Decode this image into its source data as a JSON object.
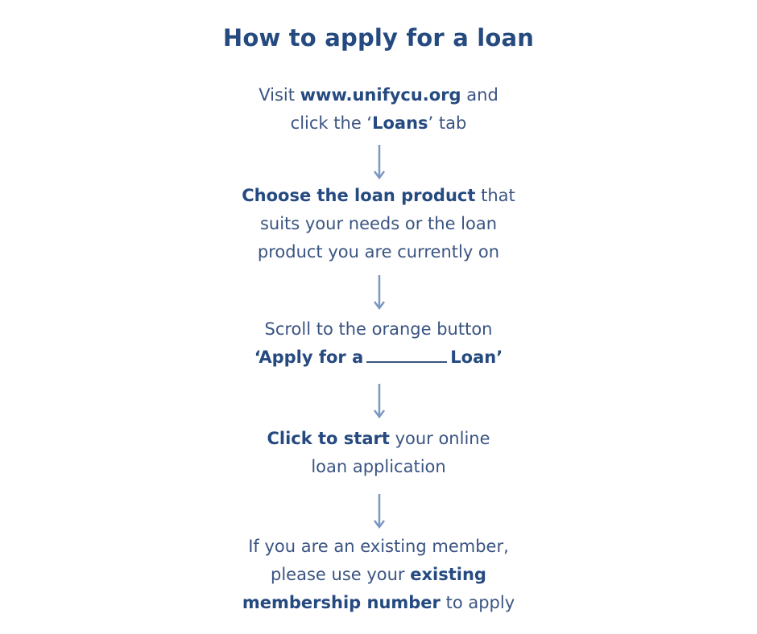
{
  "title": "How to apply for a loan",
  "colors": {
    "title": "#254a80",
    "text": "#3a5482",
    "arrow": "#7b97c4"
  },
  "steps": [
    {
      "lines": [
        {
          "parts": [
            {
              "text": "Visit ",
              "bold": false
            },
            {
              "text": "www.unifycu.org",
              "bold": true
            },
            {
              "text": " and",
              "bold": false
            }
          ]
        },
        {
          "parts": [
            {
              "text": "click the ‘",
              "bold": false
            },
            {
              "text": "Loans",
              "bold": true
            },
            {
              "text": "’ tab",
              "bold": false
            }
          ]
        }
      ]
    },
    {
      "lines": [
        {
          "parts": [
            {
              "text": "Choose the loan product",
              "bold": true
            },
            {
              "text": " that",
              "bold": false
            }
          ]
        },
        {
          "parts": [
            {
              "text": "suits your needs or the loan",
              "bold": false
            }
          ]
        },
        {
          "parts": [
            {
              "text": "product you are currently on",
              "bold": false
            }
          ]
        }
      ]
    },
    {
      "lines": [
        {
          "parts": [
            {
              "text": "Scroll to the orange button",
              "bold": false
            }
          ]
        },
        {
          "parts": [
            {
              "text": "‘Apply for a",
              "bold": true
            },
            {
              "text": "Loan’",
              "bold": true
            }
          ]
        }
      ]
    },
    {
      "lines": [
        {
          "parts": [
            {
              "text": "Click to start",
              "bold": true
            },
            {
              "text": " your online",
              "bold": false
            }
          ]
        },
        {
          "parts": [
            {
              "text": "loan application",
              "bold": false
            }
          ]
        }
      ]
    },
    {
      "lines": [
        {
          "parts": [
            {
              "text": "If you are an existing member,",
              "bold": false
            }
          ]
        },
        {
          "parts": [
            {
              "text": "please use your ",
              "bold": false
            },
            {
              "text": "existing",
              "bold": true
            }
          ]
        },
        {
          "parts": [
            {
              "text": "membership number",
              "bold": true
            },
            {
              "text": " to apply",
              "bold": false
            }
          ]
        }
      ]
    }
  ],
  "icons": {
    "arrow": "arrow-down-icon"
  }
}
